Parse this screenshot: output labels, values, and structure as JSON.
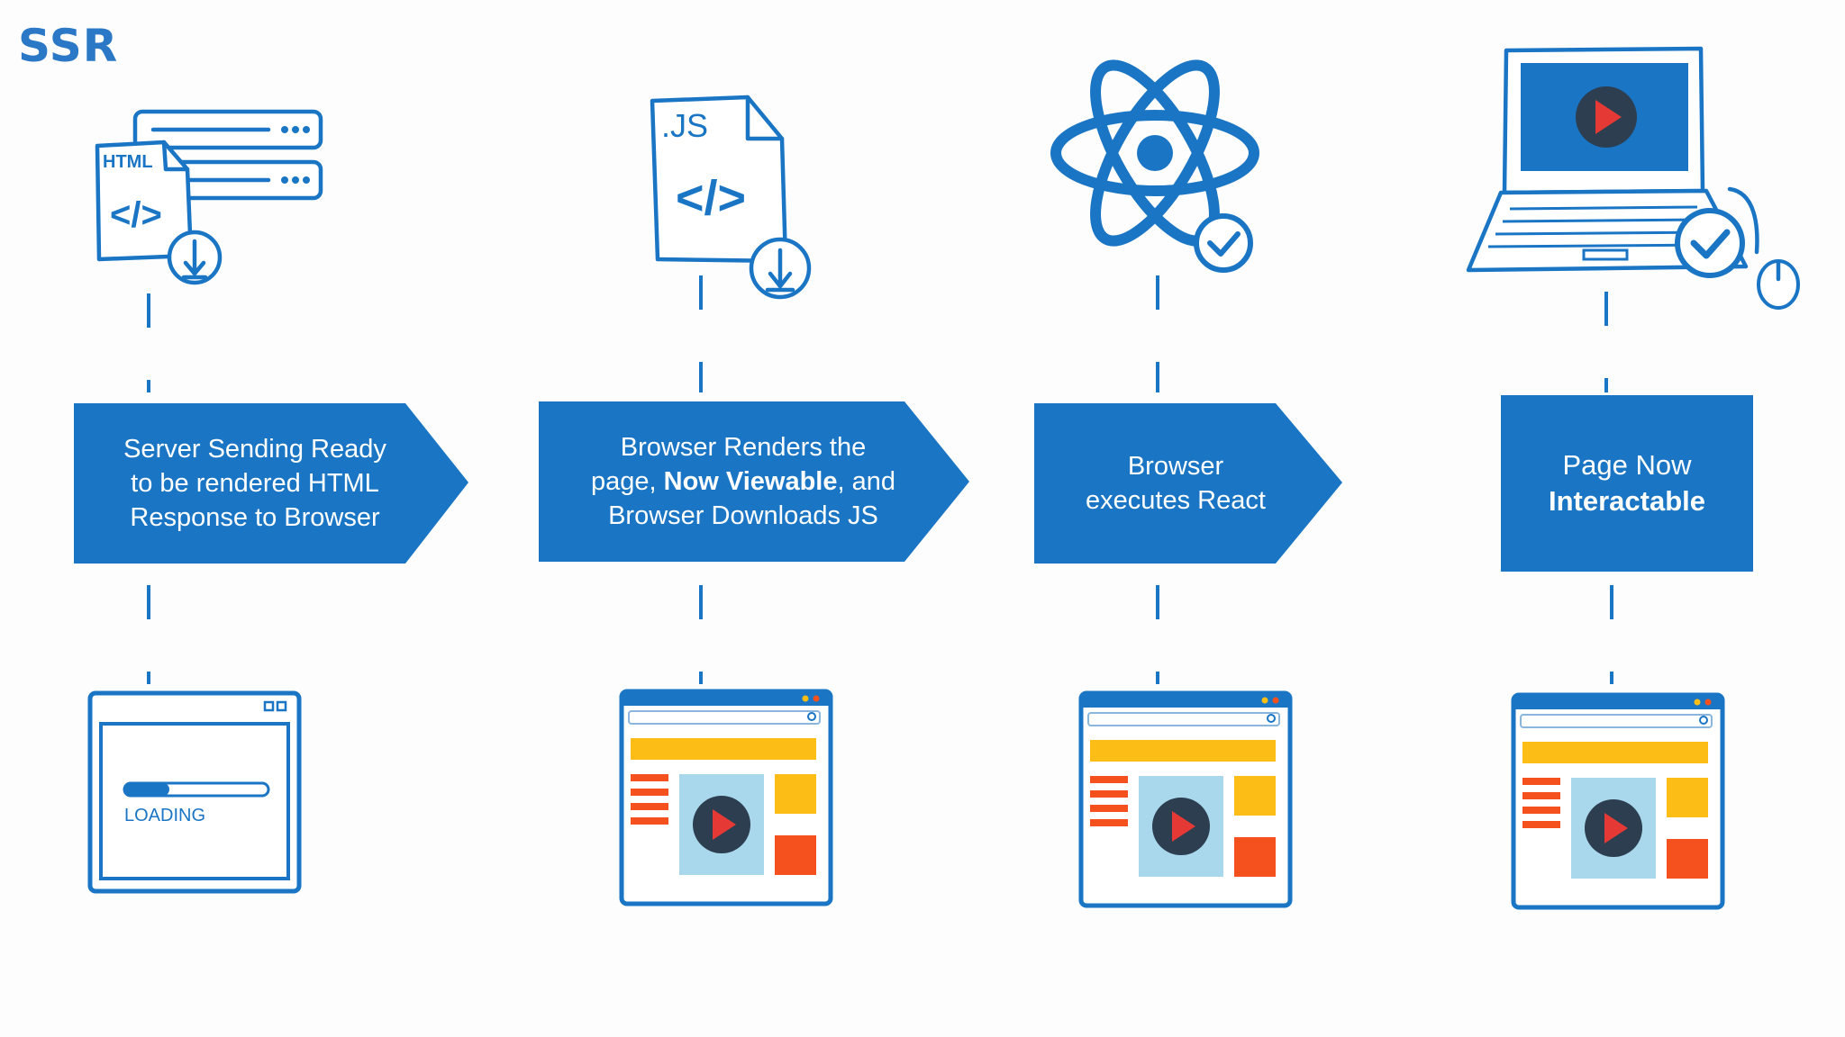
{
  "title": "SSR",
  "steps": [
    {
      "icon": "html-server-download-icon",
      "line1": "Server Sending Ready",
      "line2": "to be rendered HTML",
      "line3": "Response to Browser",
      "screen": "loading-browser-window-icon",
      "loading_label": "LOADING"
    },
    {
      "icon": "js-file-download-icon",
      "line1": "Browser Renders the",
      "line2_pre": "page, ",
      "line2_bold": "Now Viewable",
      "line2_post": ", and",
      "line3": "Browser Downloads JS",
      "screen": "rendered-page-window-icon",
      "file_label": ".JS"
    },
    {
      "icon": "react-atom-check-icon",
      "line1": "Browser",
      "line2": "executes React",
      "screen": "rendered-page-window-icon"
    },
    {
      "icon": "laptop-check-icon",
      "line1": "Page Now",
      "line2_bold": "Interactable",
      "screen": "rendered-page-window-icon"
    }
  ],
  "html_file_label": "HTML",
  "code_glyph": "</>",
  "colors": {
    "accent_blue": "#1a75c4",
    "title_blue": "#2a78c6",
    "page_yellow": "#fbbd16",
    "page_orange": "#f4511e",
    "video_blue": "#a9d8ec",
    "play_dark": "#2c3e50",
    "play_red": "#e53935"
  }
}
